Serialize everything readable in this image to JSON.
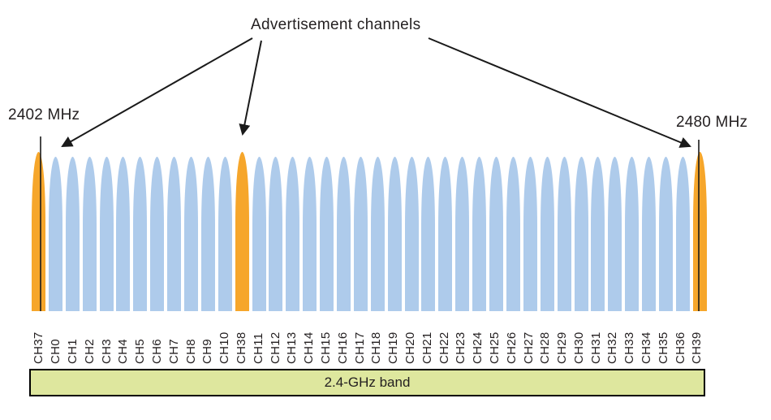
{
  "title": "Advertisement channels",
  "left_freq_label": "2402 MHz",
  "right_freq_label": "2480 MHz",
  "band": {
    "label": "2.4-GHz band"
  },
  "colors": {
    "advertisement_channel": "#F6A62B",
    "data_channel": "#AECBEB",
    "band_fill": "#DEE79E",
    "band_border": "#000000",
    "arrow": "#1A1A1A"
  },
  "channels": [
    {
      "label": "CH37",
      "type": "advertisement"
    },
    {
      "label": "CH0",
      "type": "data"
    },
    {
      "label": "CH1",
      "type": "data"
    },
    {
      "label": "CH2",
      "type": "data"
    },
    {
      "label": "CH3",
      "type": "data"
    },
    {
      "label": "CH4",
      "type": "data"
    },
    {
      "label": "CH5",
      "type": "data"
    },
    {
      "label": "CH6",
      "type": "data"
    },
    {
      "label": "CH7",
      "type": "data"
    },
    {
      "label": "CH8",
      "type": "data"
    },
    {
      "label": "CH9",
      "type": "data"
    },
    {
      "label": "CH10",
      "type": "data"
    },
    {
      "label": "CH38",
      "type": "advertisement"
    },
    {
      "label": "CH11",
      "type": "data"
    },
    {
      "label": "CH12",
      "type": "data"
    },
    {
      "label": "CH13",
      "type": "data"
    },
    {
      "label": "CH14",
      "type": "data"
    },
    {
      "label": "CH15",
      "type": "data"
    },
    {
      "label": "CH16",
      "type": "data"
    },
    {
      "label": "CH17",
      "type": "data"
    },
    {
      "label": "CH18",
      "type": "data"
    },
    {
      "label": "CH19",
      "type": "data"
    },
    {
      "label": "CH20",
      "type": "data"
    },
    {
      "label": "CH21",
      "type": "data"
    },
    {
      "label": "CH22",
      "type": "data"
    },
    {
      "label": "CH23",
      "type": "data"
    },
    {
      "label": "CH24",
      "type": "data"
    },
    {
      "label": "CH25",
      "type": "data"
    },
    {
      "label": "CH26",
      "type": "data"
    },
    {
      "label": "CH27",
      "type": "data"
    },
    {
      "label": "CH28",
      "type": "data"
    },
    {
      "label": "CH29",
      "type": "data"
    },
    {
      "label": "CH30",
      "type": "data"
    },
    {
      "label": "CH31",
      "type": "data"
    },
    {
      "label": "CH32",
      "type": "data"
    },
    {
      "label": "CH33",
      "type": "data"
    },
    {
      "label": "CH34",
      "type": "data"
    },
    {
      "label": "CH35",
      "type": "data"
    },
    {
      "label": "CH36",
      "type": "data"
    },
    {
      "label": "CH39",
      "type": "advertisement"
    }
  ]
}
